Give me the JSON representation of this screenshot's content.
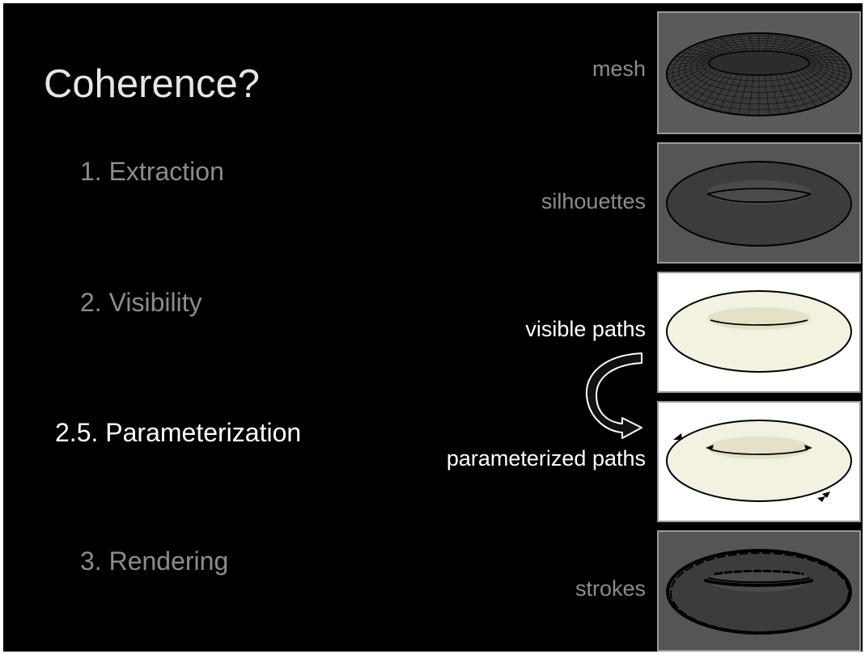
{
  "title": "Coherence?",
  "steps": [
    {
      "label": "1. Extraction",
      "active": false
    },
    {
      "label": "2. Visibility",
      "active": false
    },
    {
      "label": "2.5. Parameterization",
      "active": true
    },
    {
      "label": "3. Rendering",
      "active": false
    }
  ],
  "panels": [
    {
      "label": "mesh",
      "background": "#5a5a5a",
      "render": "wireframe"
    },
    {
      "label": "silhouettes",
      "background": "#555555",
      "render": "dark-shaded"
    },
    {
      "label": "visible paths",
      "background": "#ffffff",
      "render": "ivory-shaded"
    },
    {
      "label": "parameterized paths",
      "background": "#ffffff",
      "render": "ivory-shaded-with-arrows"
    },
    {
      "label": "strokes",
      "background": "#555555",
      "render": "dark-shaded-sketchy"
    }
  ],
  "colors": {
    "slide_background": "#000000",
    "title_text": "#e6e6e6",
    "dim_text": "#8c8c8c",
    "active_text": "#ffffff",
    "torus_ivory": "#f3f1df",
    "torus_dark": "#3c3c3c"
  },
  "transition_icon": "curved-down-arrow-icon"
}
